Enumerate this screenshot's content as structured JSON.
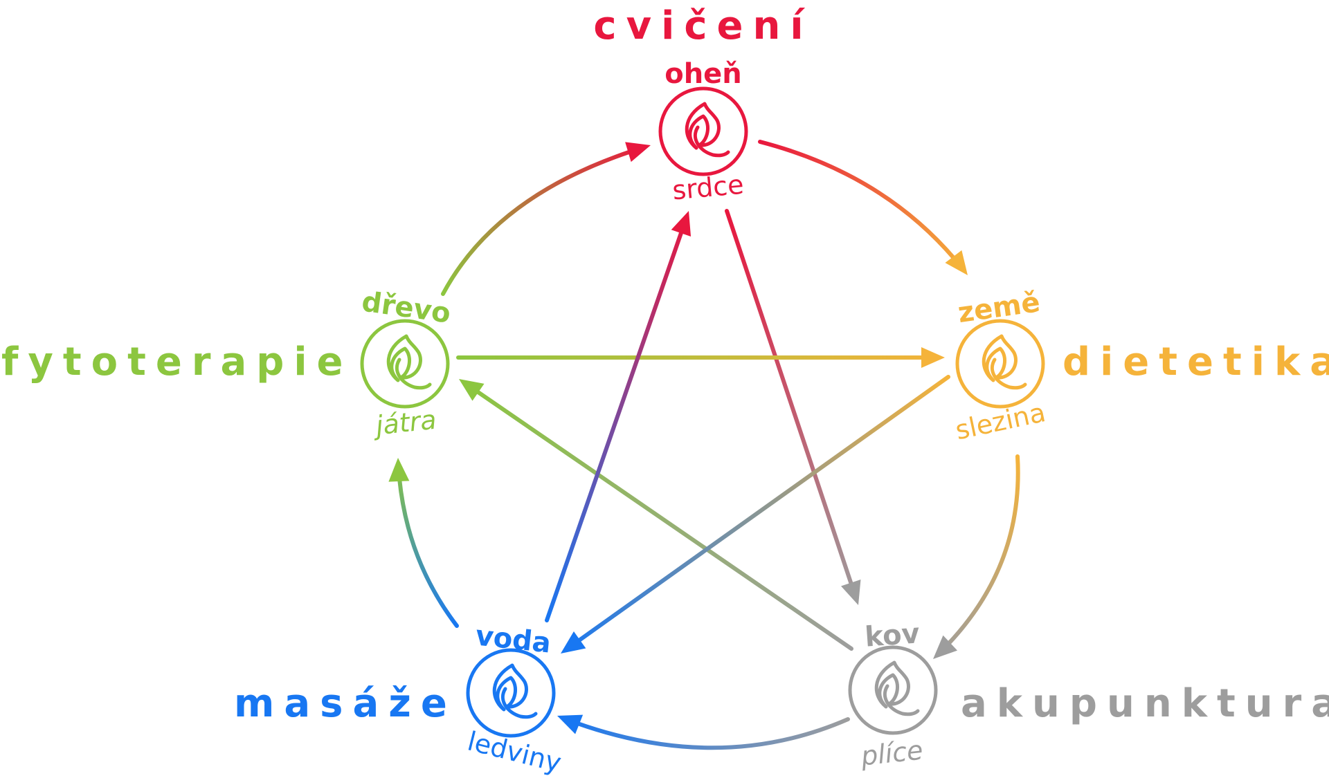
{
  "colors": {
    "fire": "#e8173e",
    "earth": "#f5b33a",
    "wood": "#8cc63f",
    "water": "#1877f2",
    "metal": "#9d9d9d"
  },
  "icon": "flame-leaf-icon",
  "nodes": {
    "fire": {
      "element": "oheň",
      "organ": "srdce",
      "therapy": "cvičení"
    },
    "wood": {
      "element": "dřevo",
      "organ": "játra",
      "therapy": "fytoterapie"
    },
    "earth": {
      "element": "země",
      "organ": "slezina",
      "therapy": "dietetika"
    },
    "water": {
      "element": "voda",
      "organ": "ledviny",
      "therapy": "masáže"
    },
    "metal": {
      "element": "kov",
      "organ": "plíce",
      "therapy": "akupunktura"
    }
  },
  "generating_cycle": [
    [
      "wood",
      "fire"
    ],
    [
      "fire",
      "earth"
    ],
    [
      "earth",
      "metal"
    ],
    [
      "metal",
      "water"
    ],
    [
      "water",
      "wood"
    ]
  ],
  "controlling_cycle": [
    [
      "fire",
      "metal"
    ],
    [
      "metal",
      "wood"
    ],
    [
      "wood",
      "earth"
    ],
    [
      "earth",
      "water"
    ],
    [
      "water",
      "fire"
    ]
  ]
}
